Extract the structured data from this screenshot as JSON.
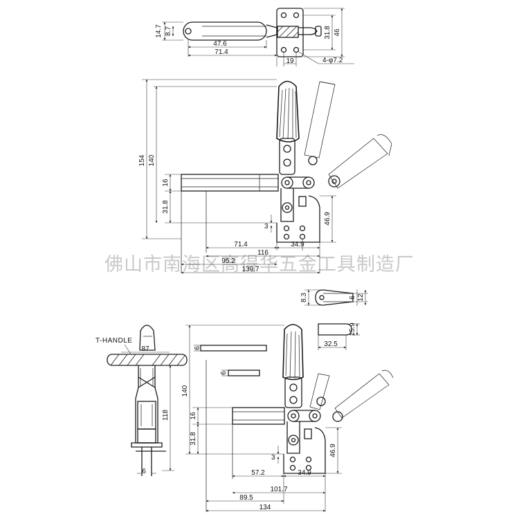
{
  "watermark": "佛山市南海区高得华五金工具制造厂",
  "label_t_handle": "T-HANDLE",
  "dims_top": {
    "d14_7": "14.7",
    "d8_7": "8.7",
    "d47_6": "47.6",
    "d71_4": "71.4",
    "d31_8": "31.8",
    "d46": "46",
    "d19": "19",
    "holes": "4-φ7.2"
  },
  "dims_main": {
    "d154": "154",
    "d140": "140",
    "d16": "16",
    "d31_8": "31.8",
    "d3": "3",
    "d46_9": "46.9",
    "d71_4": "71.4",
    "d34_9": "34.9",
    "d116": "116",
    "d95_2": "95.2",
    "d139_7": "139.7"
  },
  "dims_small": {
    "d8_3": "8.3",
    "d6": "6",
    "d12": "12",
    "d15_9": "15.9",
    "d32_5": "32.5"
  },
  "dims_front": {
    "d87": "87",
    "d118": "118",
    "d6": "6"
  },
  "dims_lower": {
    "d6a": "6",
    "d6b": "6",
    "d140": "140",
    "d16": "16",
    "d31_8": "31.8",
    "d3": "3",
    "d46_9": "46.9",
    "d57_2": "57.2",
    "d34_9": "34.9",
    "d101_7": "101.7",
    "d89_5": "89.5",
    "d134": "134"
  }
}
